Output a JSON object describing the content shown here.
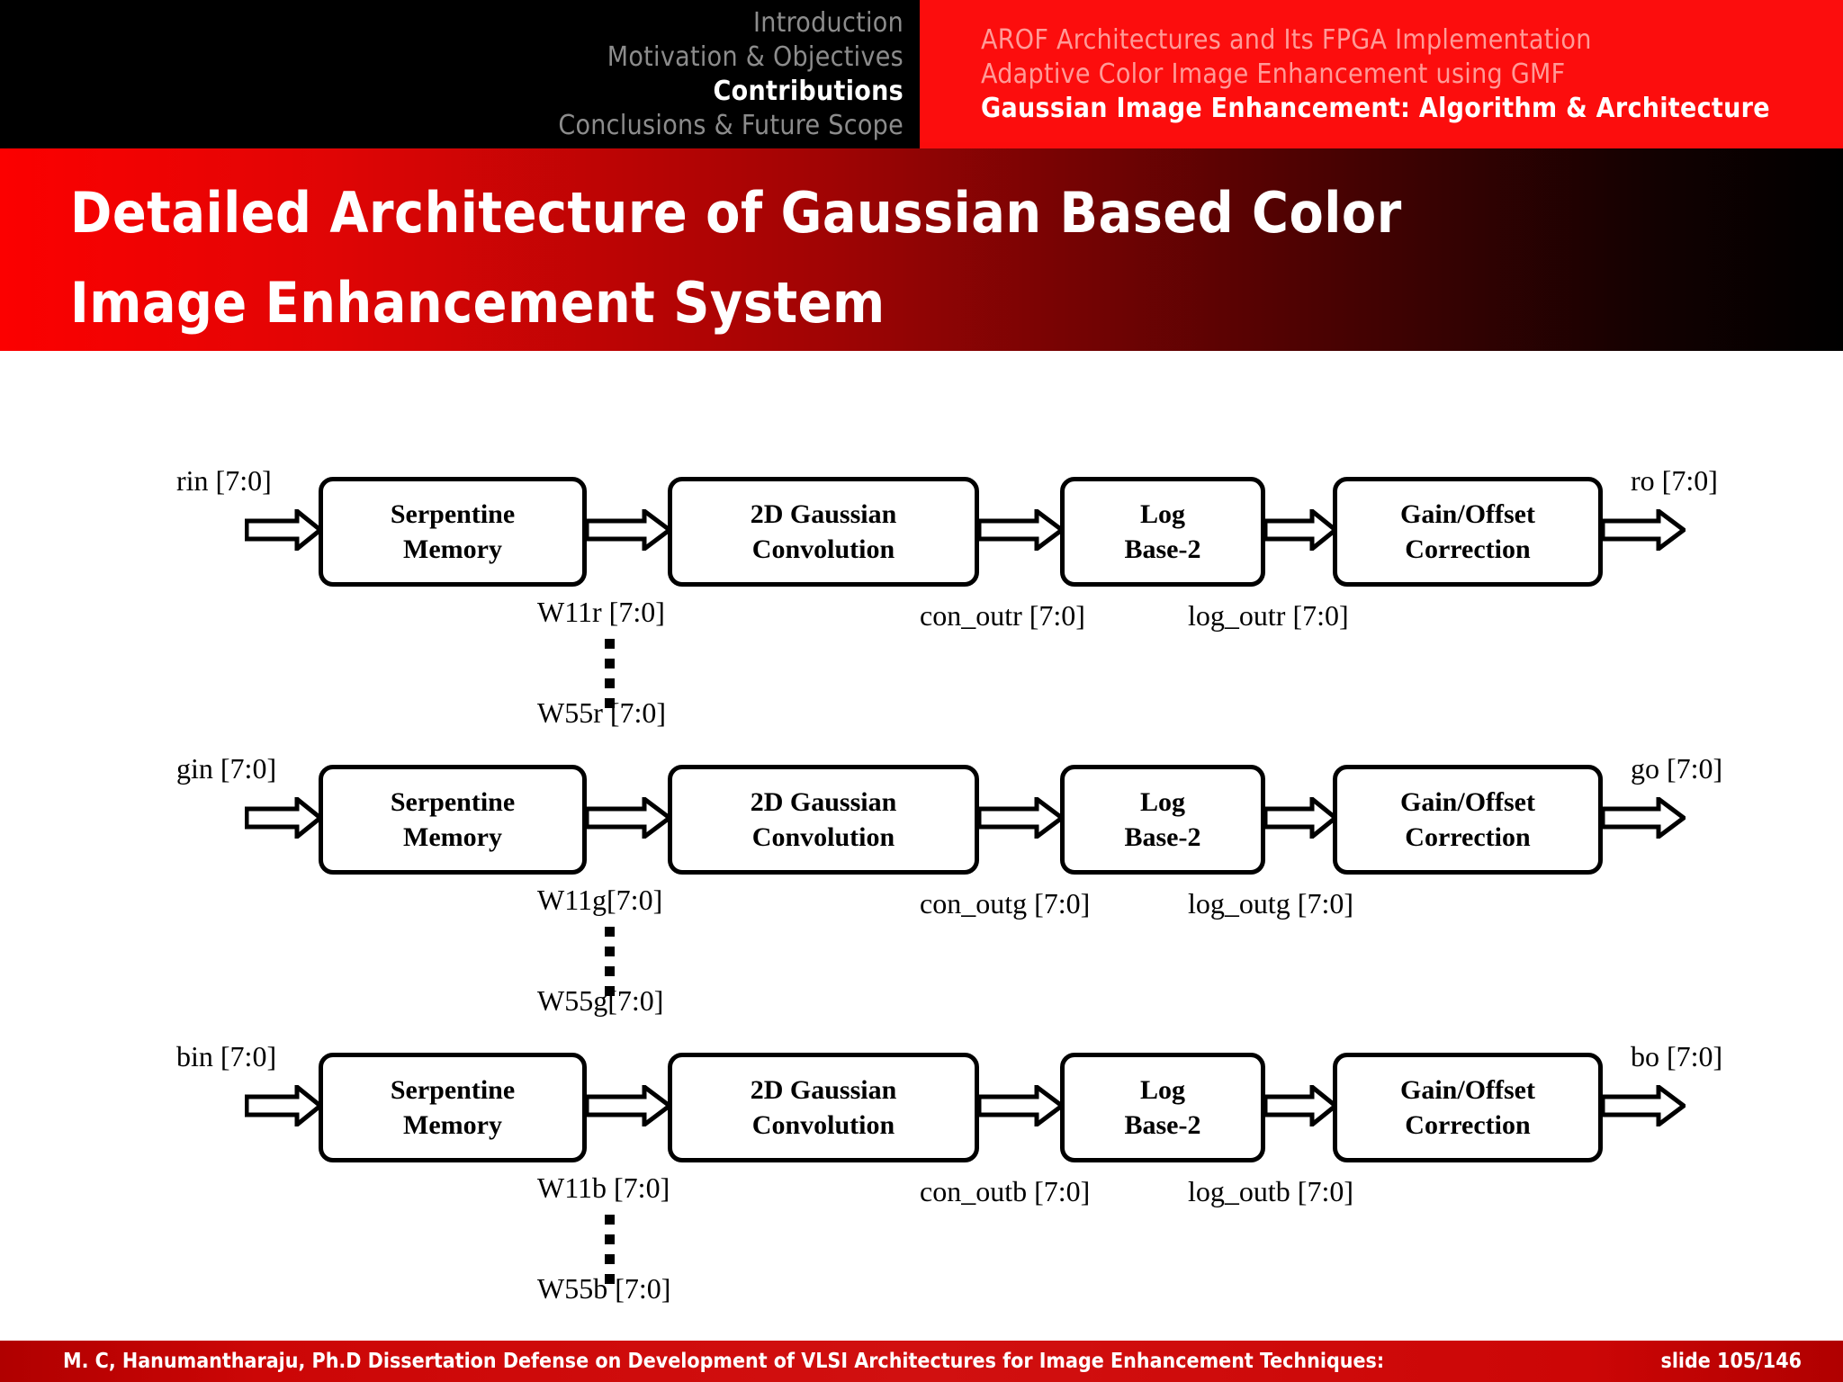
{
  "header": {
    "left_nav": [
      {
        "label": "Introduction",
        "active": false
      },
      {
        "label": "Motivation & Objectives",
        "active": false
      },
      {
        "label": "Contributions",
        "active": true
      },
      {
        "label": "Conclusions & Future Scope",
        "active": false
      }
    ],
    "right_nav": [
      {
        "label": "AROF Architectures and Its FPGA Implementation",
        "active": false
      },
      {
        "label": "Adaptive Color Image Enhancement using GMF",
        "active": false
      },
      {
        "label": "Gaussian Image Enhancement: Algorithm & Architecture",
        "active": true
      }
    ]
  },
  "title": {
    "line1": "Detailed Architecture of Gaussian Based Color",
    "line2": "Image Enhancement System"
  },
  "colors": {
    "accent_red": "#fc0d0d",
    "header_black": "#000000",
    "footer_red": "#cc0606",
    "nav_inactive_left": "#8c8c8c",
    "nav_inactive_right": "#ff9a97",
    "block_border": "#000000"
  },
  "diagram": {
    "block_labels": {
      "serpentine_line1": "Serpentine",
      "serpentine_line2": "Memory",
      "gaussian_line1": "2D Gaussian",
      "gaussian_line2": "Convolution",
      "log_line1": "Log",
      "log_line2": "Base-2",
      "gain_line1": "Gain/Offset",
      "gain_line2": "Correction"
    },
    "rows": [
      {
        "channel": "red",
        "input": "rin [7:0]",
        "output": "ro [7:0]",
        "weight_first": "W11r [7:0]",
        "weight_last": "W55r [7:0]",
        "con_out": "con_outr [7:0]",
        "log_out": "log_outr [7:0]"
      },
      {
        "channel": "green",
        "input": "gin [7:0]",
        "output": "go [7:0]",
        "weight_first": "W11g[7:0]",
        "weight_last": "W55g[7:0]",
        "con_out": "con_outg [7:0]",
        "log_out": "log_outg [7:0]"
      },
      {
        "channel": "blue",
        "input": "bin [7:0]",
        "output": "bo [7:0]",
        "weight_first": "W11b [7:0]",
        "weight_last": "W55b [7:0]",
        "con_out": "con_outb [7:0]",
        "log_out": "log_outb [7:0]"
      }
    ]
  },
  "footer": {
    "text": "M. C, Hanumantharaju, Ph.D Dissertation Defense on Development of VLSI Architectures for Image Enhancement Techniques:",
    "slide": "slide 105/146"
  }
}
